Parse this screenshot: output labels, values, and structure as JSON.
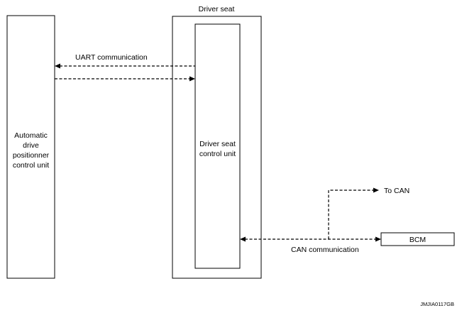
{
  "diagram": {
    "nodes": {
      "adp_unit": {
        "lines": [
          "Automatic",
          "drive",
          "positionner",
          "control unit"
        ]
      },
      "driver_seat_group": {
        "label": "Driver seat"
      },
      "seat_control_unit": {
        "lines": [
          "Driver seat",
          "control unit"
        ]
      },
      "bcm": {
        "label": "BCM"
      }
    },
    "edges": {
      "uart": {
        "label": "UART communication",
        "style": "dashed",
        "direction": "bidirectional (two lines)"
      },
      "can": {
        "label": "CAN communication",
        "style": "dashed",
        "direction": "bidirectional"
      },
      "to_can": {
        "label": "To CAN",
        "style": "dashed"
      }
    },
    "figure_id": "JMJIA0117GB"
  }
}
